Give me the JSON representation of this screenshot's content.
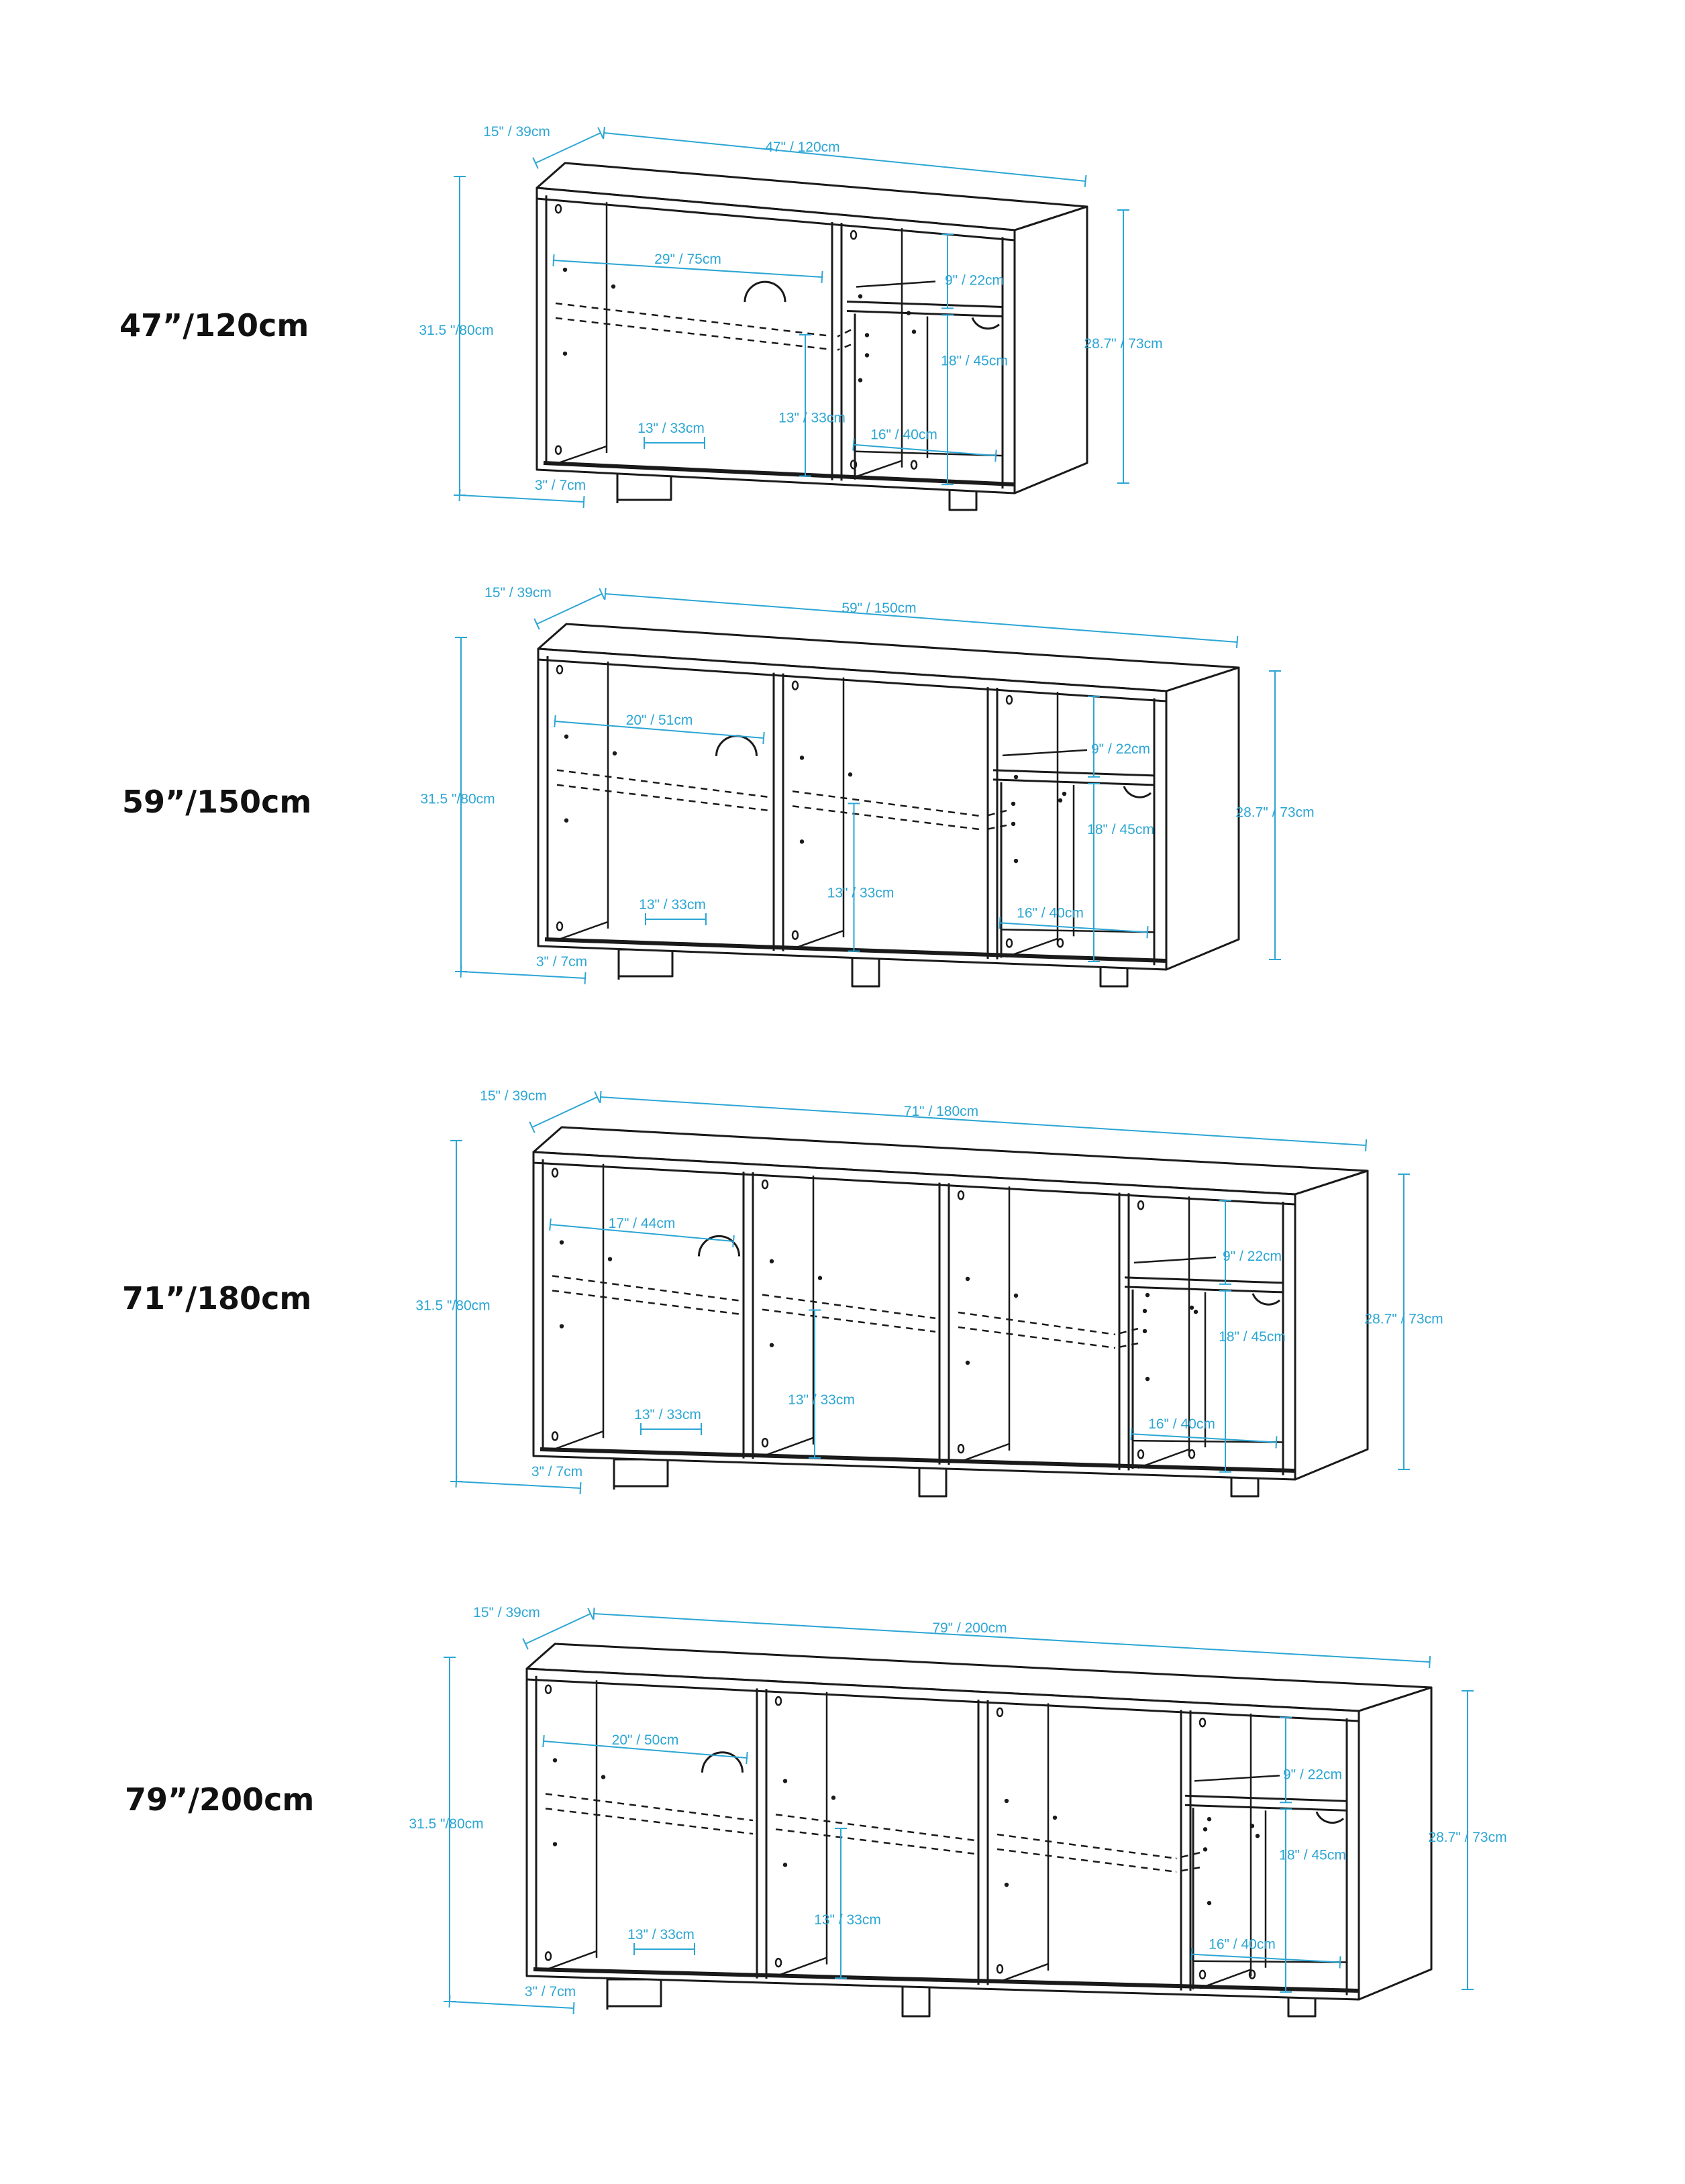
{
  "colors": {
    "dimension": "#2ca6d4",
    "outline": "#1a1a1a",
    "background": "#ffffff"
  },
  "units": [
    {
      "title": "47”/120cm",
      "depth": "15\" / 39cm",
      "width": "47\" / 120cm",
      "total_height": "31.5 \"/80cm",
      "body_height": "28.7\" / 73cm",
      "compartment_width": "29\" / 75cm",
      "small_shelf": "9\" / 22cm",
      "door_height": "18\" / 45cm",
      "shelf_depth_a": "13\" / 33cm",
      "shelf_depth_b": "13\" / 33cm",
      "door_width": "16\" / 40cm",
      "leg_height": "3\" / 7cm",
      "open_bays": 1
    },
    {
      "title": "59”/150cm",
      "depth": "15\" / 39cm",
      "width": "59\" / 150cm",
      "total_height": "31.5 \"/80cm",
      "body_height": "28.7\" / 73cm",
      "compartment_width": "20\" / 51cm",
      "small_shelf": "9\" / 22cm",
      "door_height": "18\" / 45cm",
      "shelf_depth_a": "13\" / 33cm",
      "shelf_depth_b": "13\" / 33cm",
      "door_width": "16\" / 40cm",
      "leg_height": "3\" / 7cm",
      "open_bays": 2
    },
    {
      "title": "71”/180cm",
      "depth": "15\" / 39cm",
      "width": "71\" / 180cm",
      "total_height": "31.5 \"/80cm",
      "body_height": "28.7\" / 73cm",
      "compartment_width": "17\" / 44cm",
      "small_shelf": "9\" / 22cm",
      "door_height": "18\" / 45cm",
      "shelf_depth_a": "13\" / 33cm",
      "shelf_depth_b": "13\" / 33cm",
      "door_width": "16\" / 40cm",
      "leg_height": "3\" / 7cm",
      "open_bays": 3
    },
    {
      "title": "79”/200cm",
      "depth": "15\" / 39cm",
      "width": "79\" / 200cm",
      "total_height": "31.5 \"/80cm",
      "body_height": "28.7\" / 73cm",
      "compartment_width": "20\" / 50cm",
      "small_shelf": "9\" / 22cm",
      "door_height": "18\" / 45cm",
      "shelf_depth_a": "13\" / 33cm",
      "shelf_depth_b": "13\" / 33cm",
      "door_width": "16\" / 40cm",
      "leg_height": "3\" / 7cm",
      "open_bays": 3
    }
  ]
}
